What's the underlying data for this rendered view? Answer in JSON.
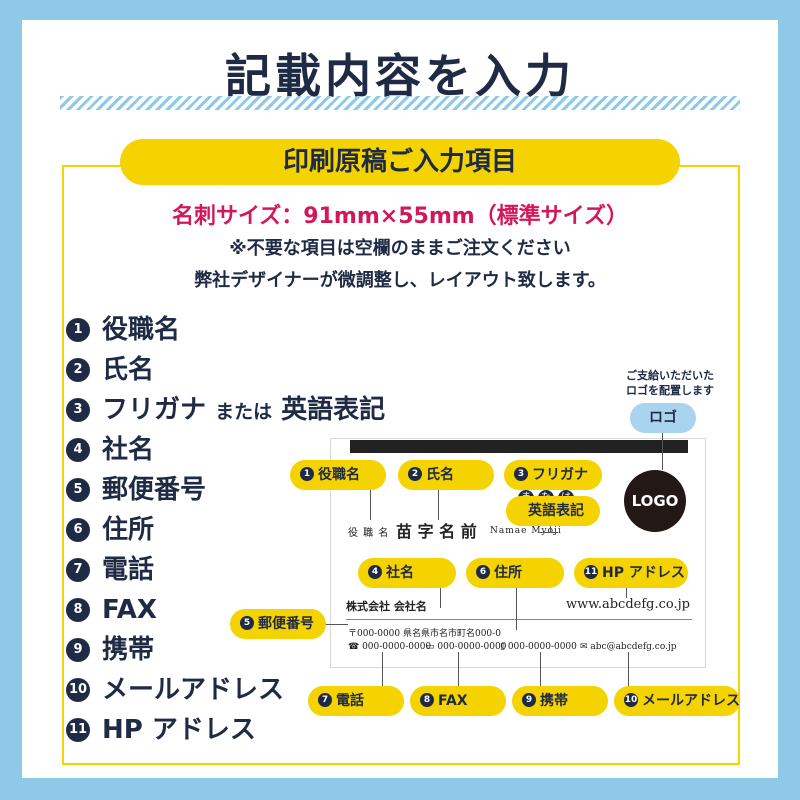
{
  "title": "記載内容を入力",
  "header_pill": "印刷原稿ご入力項目",
  "size_line": "名刺サイズ：91mm×55mm（標準サイズ）",
  "notes": [
    "※不要な項目は空欄のままご注文ください",
    "弊社デザイナーが微調整し、レイアウト致します。"
  ],
  "items": [
    {
      "num": "1",
      "label": "役職名"
    },
    {
      "num": "2",
      "label": "氏名"
    },
    {
      "num": "3",
      "label": "フリガナ",
      "small": "または",
      "label2": "英語表記"
    },
    {
      "num": "4",
      "label": "社名"
    },
    {
      "num": "5",
      "label": "郵便番号"
    },
    {
      "num": "6",
      "label": "住所"
    },
    {
      "num": "7",
      "label": "電話"
    },
    {
      "num": "8",
      "label": "FAX"
    },
    {
      "num": "9",
      "label": "携帯"
    },
    {
      "num": "10",
      "label": "メールアドレス"
    },
    {
      "num": "11",
      "label": "HP アドレス"
    }
  ],
  "logo": {
    "note1": "ご支給いただいた",
    "note2": "ロゴを配置します",
    "pill": "ロゴ",
    "mark": "LOGO"
  },
  "card": {
    "position": "役 職 名",
    "name": "苗 字 名 前",
    "reading": "Namae Myoji",
    "company": "株式会社 会社名",
    "url": "www.abcdefg.co.jp",
    "address": "〒000-0000 県名県市名市町名000-0",
    "tel": "☎ 000-0000-0000",
    "fax": "▭ 000-0000-0000",
    "mobile": "▯ 000-0000-0000",
    "email": "✉ abc@abcdefg.co.jp"
  },
  "tags": {
    "t1": {
      "num": "1",
      "label": "役職名"
    },
    "t2": {
      "num": "2",
      "label": "氏名"
    },
    "t3": {
      "num": "3",
      "label": "フリガナ",
      "mata": "ま",
      "ta": "た",
      "ha": "は",
      "label2": "英語表記"
    },
    "t4": {
      "num": "4",
      "label": "社名"
    },
    "t5": {
      "num": "5",
      "label": "郵便番号"
    },
    "t6": {
      "num": "6",
      "label": "住所"
    },
    "t7": {
      "num": "7",
      "label": "電話"
    },
    "t8": {
      "num": "8",
      "label": "FAX"
    },
    "t9": {
      "num": "9",
      "label": "携帯"
    },
    "t10": {
      "num": "10",
      "label": "メールアドレス"
    },
    "t11": {
      "num": "11",
      "label": "HP アドレス"
    }
  },
  "colors": {
    "navy": "#1f2a44",
    "yellow": "#f5d300",
    "magenta": "#d2185b",
    "sky": "#8ec9e8"
  }
}
